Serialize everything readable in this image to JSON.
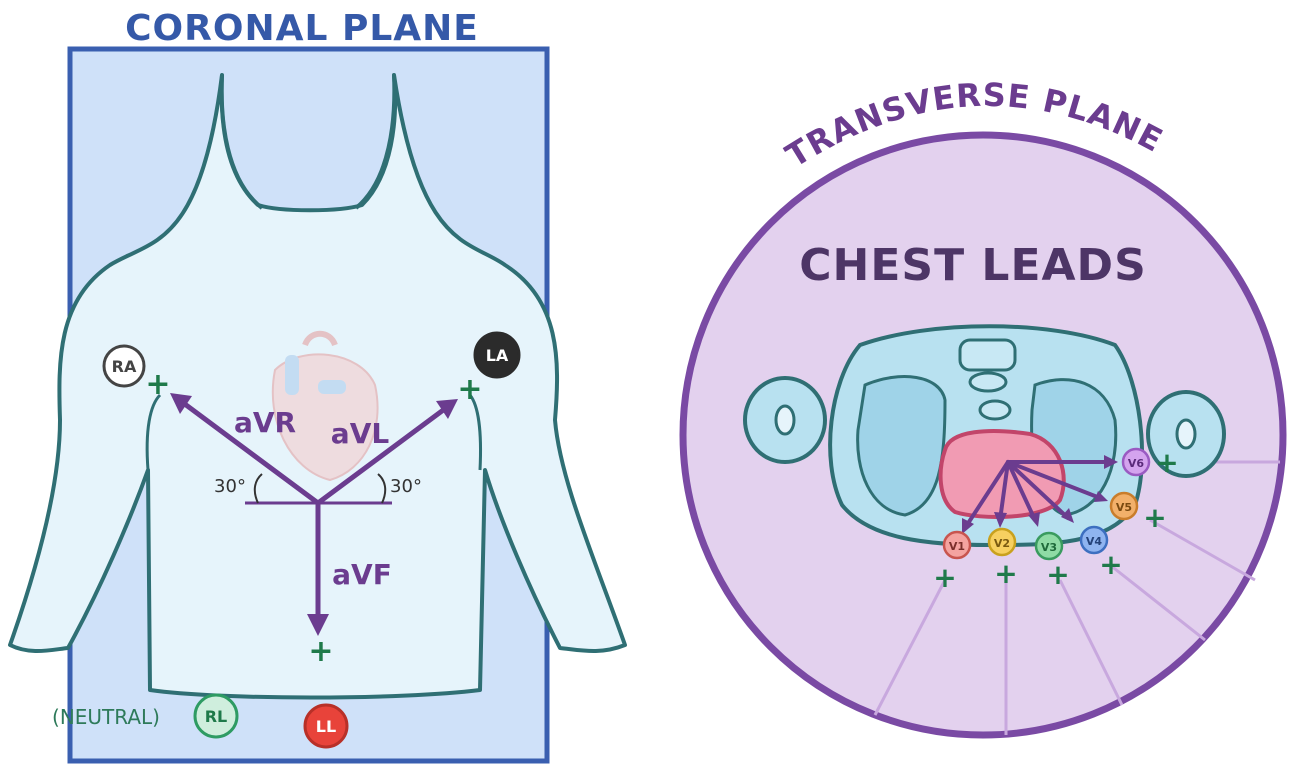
{
  "coronal": {
    "title": "CORONAL PLANE",
    "leads": {
      "avr": "aVR",
      "avl": "aVL",
      "avf": "aVF"
    },
    "angles": {
      "left": "30°",
      "right": "30°"
    },
    "electrodes": {
      "ra": {
        "label": "RA",
        "color": "#ffffff"
      },
      "la": {
        "label": "LA",
        "color": "#2b2b2b"
      },
      "rl": {
        "label": "RL",
        "color": "#cfeedd"
      },
      "ll": {
        "label": "LL",
        "color": "#e8433a"
      }
    },
    "neutral_label": "(NEUTRAL)",
    "plus": "+"
  },
  "transverse": {
    "title": "TRANSVERSE PLANE",
    "subtitle": "CHEST LEADS",
    "electrodes": [
      {
        "label": "V1",
        "color": "#f4a3a0"
      },
      {
        "label": "V2",
        "color": "#f7d060"
      },
      {
        "label": "V3",
        "color": "#8fdba5"
      },
      {
        "label": "V4",
        "color": "#8fb4f0"
      },
      {
        "label": "V5",
        "color": "#f2b06a"
      },
      {
        "label": "V6",
        "color": "#d4a3ee"
      }
    ],
    "plus": "+"
  },
  "colors": {
    "coronal_bg": "#cfe1f9",
    "coronal_border": "#3a5fb0",
    "body_fill": "#e6f4fb",
    "body_outline": "#2f6f74",
    "arrow": "#6b3c8f",
    "plus": "#1f7a4a",
    "title_blue": "#3559a8",
    "title_purple": "#6b3c8f",
    "circle_fill": "#e3d1ee",
    "circle_border": "#7a4aa4",
    "heart": "#f19bb3",
    "lung": "#b8e1f0"
  }
}
